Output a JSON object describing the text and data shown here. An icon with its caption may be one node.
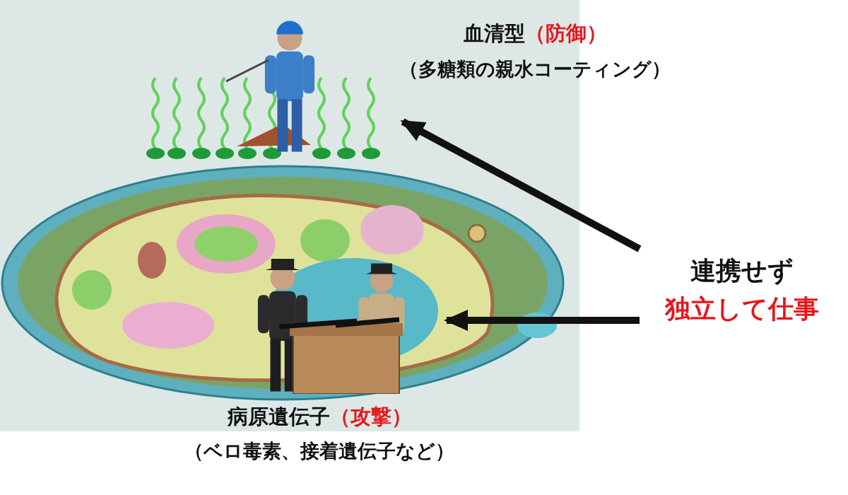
{
  "diagram": {
    "nodes": [
      {
        "text": [],
        "shape": "picture",
        "beside": [
          "血清型**（防御）**",
          "（多糖類の親水コーティング）"
        ]
      },
      {
        "text": [],
        "shape": "picture",
        "beside": [
          "病原遺伝子**（攻撃）**",
          "（ベロ毒素、接着遺伝子など）"
        ]
      },
      {
        "text": [
          "連携せず",
          "独立して仕事"
        ]
      }
    ],
    "edges": [
      {
        "from": 2,
        "to": 0,
        "arrow": "to"
      },
      {
        "from": 2,
        "to": 1,
        "arrow": "to"
      }
    ]
  }
}
